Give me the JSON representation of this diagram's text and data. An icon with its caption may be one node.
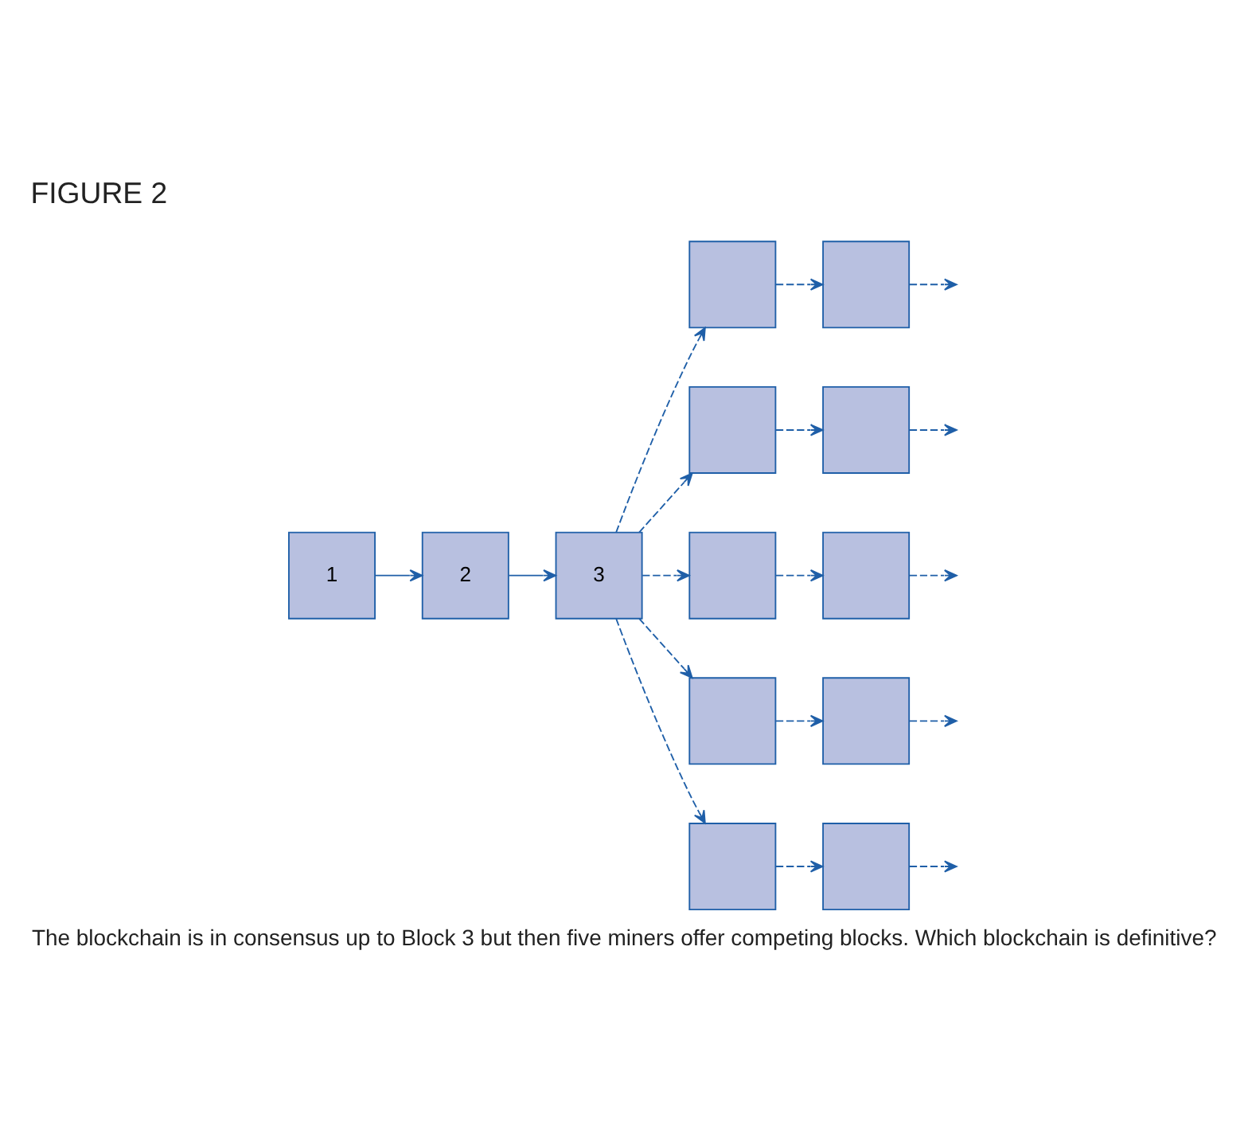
{
  "diagram": {
    "title": "FIGURE 2",
    "caption": "The blockchain is in consensus up to Block 3 but then five miners offer competing blocks. Which blockchain is definitive?",
    "nodes": [
      {
        "text": [
          "1"
        ]
      },
      {
        "text": [
          "2"
        ]
      },
      {
        "text": [
          "3"
        ]
      },
      {
        "text": [],
        "shape": "box"
      },
      {
        "text": [],
        "shape": "box"
      },
      {
        "text": [],
        "shape": "box"
      },
      {
        "text": [],
        "shape": "box"
      },
      {
        "text": [],
        "shape": "box"
      },
      {
        "text": [],
        "shape": "box"
      },
      {
        "text": [],
        "shape": "box"
      },
      {
        "text": [],
        "shape": "box"
      },
      {
        "text": [],
        "shape": "box"
      },
      {
        "text": [],
        "shape": "box"
      }
    ],
    "edges": [
      {
        "from": 0,
        "to": 1,
        "arrow": "to"
      },
      {
        "from": 1,
        "to": 2,
        "arrow": "to"
      },
      {
        "from": 2,
        "to": 3,
        "arrow": "to",
        "style": "dashed"
      },
      {
        "from": 2,
        "to": 5,
        "arrow": "to",
        "style": "dashed"
      },
      {
        "from": 2,
        "to": 7,
        "arrow": "to",
        "style": "dashed"
      },
      {
        "from": 2,
        "to": 9,
        "arrow": "to",
        "style": "dashed"
      },
      {
        "from": 2,
        "to": 11,
        "arrow": "to",
        "style": "dashed"
      },
      {
        "from": 3,
        "to": 4,
        "arrow": "to",
        "style": "dashed"
      },
      {
        "from": 5,
        "to": 6,
        "arrow": "to",
        "style": "dashed"
      },
      {
        "from": 7,
        "to": 8,
        "arrow": "to",
        "style": "dashed"
      },
      {
        "from": 9,
        "to": 10,
        "arrow": "to",
        "style": "dashed"
      },
      {
        "from": 11,
        "to": 12,
        "arrow": "to",
        "style": "dashed"
      },
      {
        "from": 4,
        "to": null,
        "arrow": "to",
        "style": "dashed"
      },
      {
        "from": 6,
        "to": null,
        "arrow": "to",
        "style": "dashed"
      },
      {
        "from": 8,
        "to": null,
        "arrow": "to",
        "style": "dashed"
      },
      {
        "from": 10,
        "to": null,
        "arrow": "to",
        "style": "dashed"
      },
      {
        "from": 12,
        "to": null,
        "arrow": "to",
        "style": "dashed"
      }
    ]
  }
}
